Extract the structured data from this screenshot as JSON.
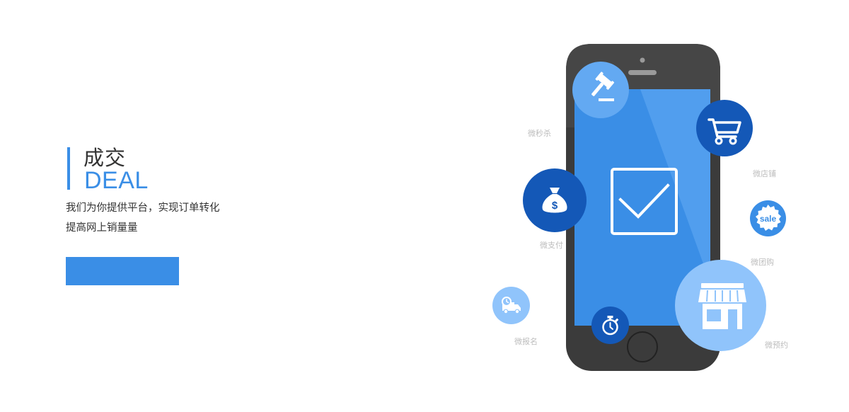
{
  "section": {
    "title_cn": "成交",
    "title_en": "DEAL",
    "desc_line1": "我们为你提供平台，实现订单转化",
    "desc_line2": "提高网上销量量",
    "cta_label": ""
  },
  "features": {
    "seckill": {
      "label": "微秒杀",
      "icon": "gavel-icon"
    },
    "shop": {
      "label": "微店铺",
      "icon": "cart-icon"
    },
    "pay": {
      "label": "微支付",
      "icon": "money-bag-icon"
    },
    "groupbuy": {
      "label": "微团购",
      "icon": "sale-badge-icon"
    },
    "signup": {
      "label": "微报名",
      "icon": "delivery-truck-icon"
    },
    "reserve": {
      "label": "微预约",
      "icon": "storefront-icon"
    },
    "timer": {
      "icon": "stopwatch-icon"
    }
  },
  "colors": {
    "accent": "#3a8ee6",
    "dark_blue": "#1458b7",
    "light_blue": "#90c4fb",
    "phone_body": "#3a3a3a",
    "screen": "#3c8fec"
  }
}
